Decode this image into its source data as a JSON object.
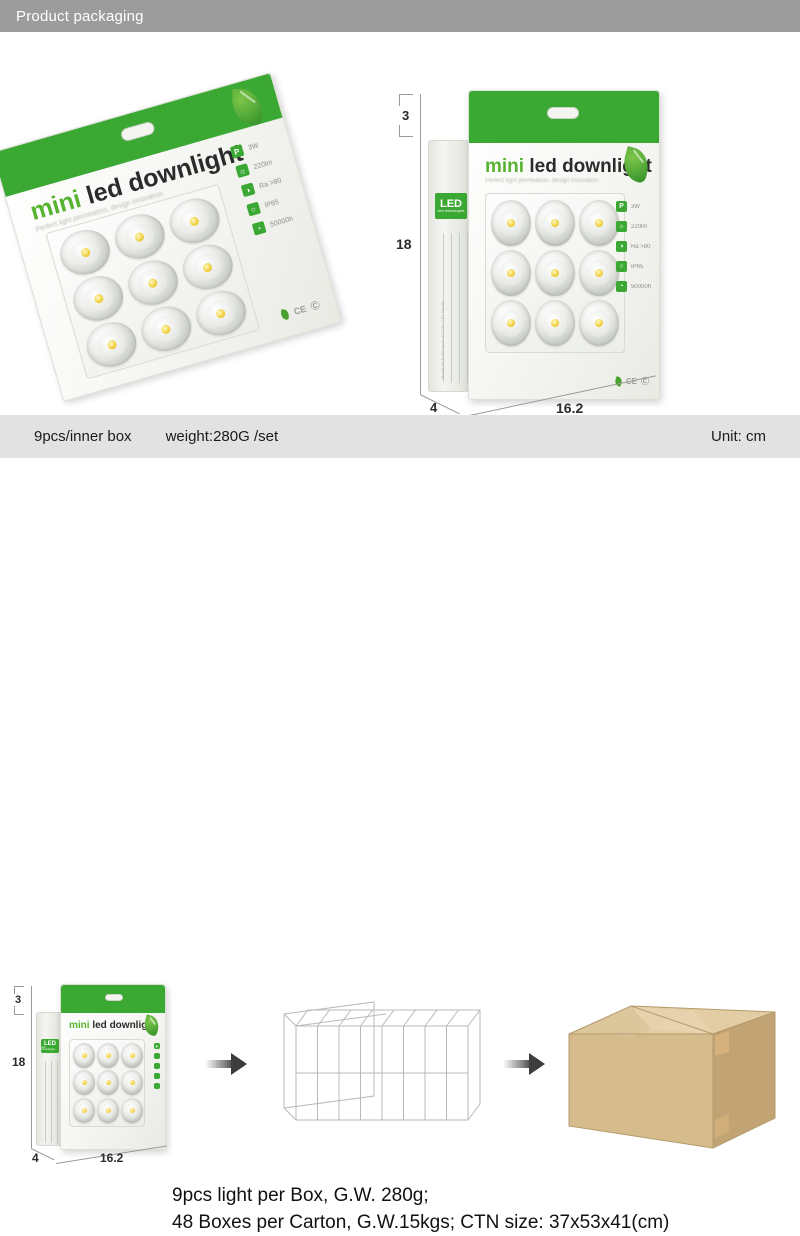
{
  "header": {
    "title": "Product packaging",
    "bg_color": "#9c9c9c",
    "text_color": "#ffffff"
  },
  "theme": {
    "brand_green": "#3aa832",
    "title_green": "#58b430",
    "info_bar_bg": "#e2e2e2",
    "carton_tan": "#d9c093",
    "page_bg": "#ffffff"
  },
  "package_art": {
    "title_mini": "mini",
    "title_rest": "led downlight",
    "tagline": "Perfect light permeation, design innovation",
    "spine_badge_main": "LED",
    "spine_badge_sub": "new technologies",
    "led_count": 9,
    "spec_badges": [
      {
        "icon": "power-icon",
        "glyph": "P",
        "label": "3W"
      },
      {
        "icon": "brightness-icon",
        "glyph": "☼",
        "label": "220lm"
      },
      {
        "icon": "cri-icon",
        "glyph": "◑",
        "label": "Ra >80"
      },
      {
        "icon": "ip-rating-icon",
        "glyph": "○",
        "label": "IP65"
      },
      {
        "icon": "lifespan-icon",
        "glyph": "◔",
        "label": "50000h"
      }
    ],
    "cert_marks": [
      "RoHS",
      "CE",
      "recycle"
    ]
  },
  "top_section": {
    "package_front": {
      "name": "product-package-front-angled"
    },
    "package_boxed": {
      "name": "product-package-retail-box",
      "dimensions": {
        "top_depth": "3",
        "height": "18",
        "side_depth": "4",
        "width": "16.2"
      }
    }
  },
  "info_bar": {
    "pcs_per_box": "9pcs/inner box",
    "weight": "weight:280G /set",
    "unit": "Unit: cm"
  },
  "bottom_section": {
    "mini_package": {
      "name": "mini-package-diagram",
      "dimensions": {
        "top_depth": "3",
        "height": "18",
        "side_depth": "4",
        "width": "16.2"
      }
    },
    "arrow_1": "arrow-right-icon",
    "box_stack": {
      "name": "box-stack-wireframe",
      "columns": 8,
      "rows": 2
    },
    "arrow_2": "arrow-right-icon",
    "carton": {
      "name": "shipping-carton"
    },
    "caption_line_1": "9pcs  light per Box, G.W. 280g;",
    "caption_line_2": "48 Boxes per Carton, G.W.15kgs; CTN size: 37x53x41(cm)"
  }
}
